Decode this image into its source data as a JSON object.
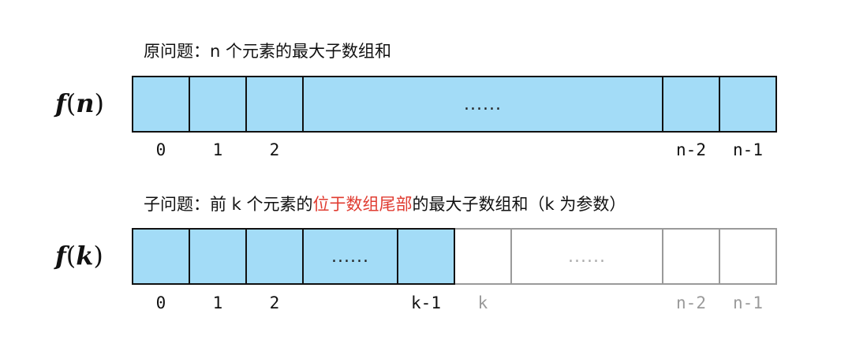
{
  "top": {
    "caption": "原问题：n 个元素的最大子数组和",
    "fn": {
      "f": "f",
      "open": "(",
      "arg": "n",
      "close": ")"
    },
    "cells": [
      "",
      "",
      "",
      "......",
      "",
      ""
    ],
    "indices": [
      "0",
      "1",
      "2",
      "n-2",
      "n-1"
    ]
  },
  "bottom": {
    "caption_pre": "子问题：前 k 个元素的",
    "caption_highlight": "位于数组尾部",
    "caption_post": "的最大子数组和（k 为参数）",
    "fn": {
      "f": "f",
      "open": "(",
      "arg": "k",
      "close": ")"
    },
    "cells": [
      "",
      "",
      "",
      "......",
      "",
      "",
      "......",
      "",
      ""
    ],
    "indices": [
      "0",
      "1",
      "2",
      "k-1",
      "k",
      "n-2",
      "n-1"
    ]
  },
  "colors": {
    "filled": "#a3dcf7",
    "highlight": "#e03c31",
    "grey": "#9a9a9a",
    "ink": "#111111"
  }
}
